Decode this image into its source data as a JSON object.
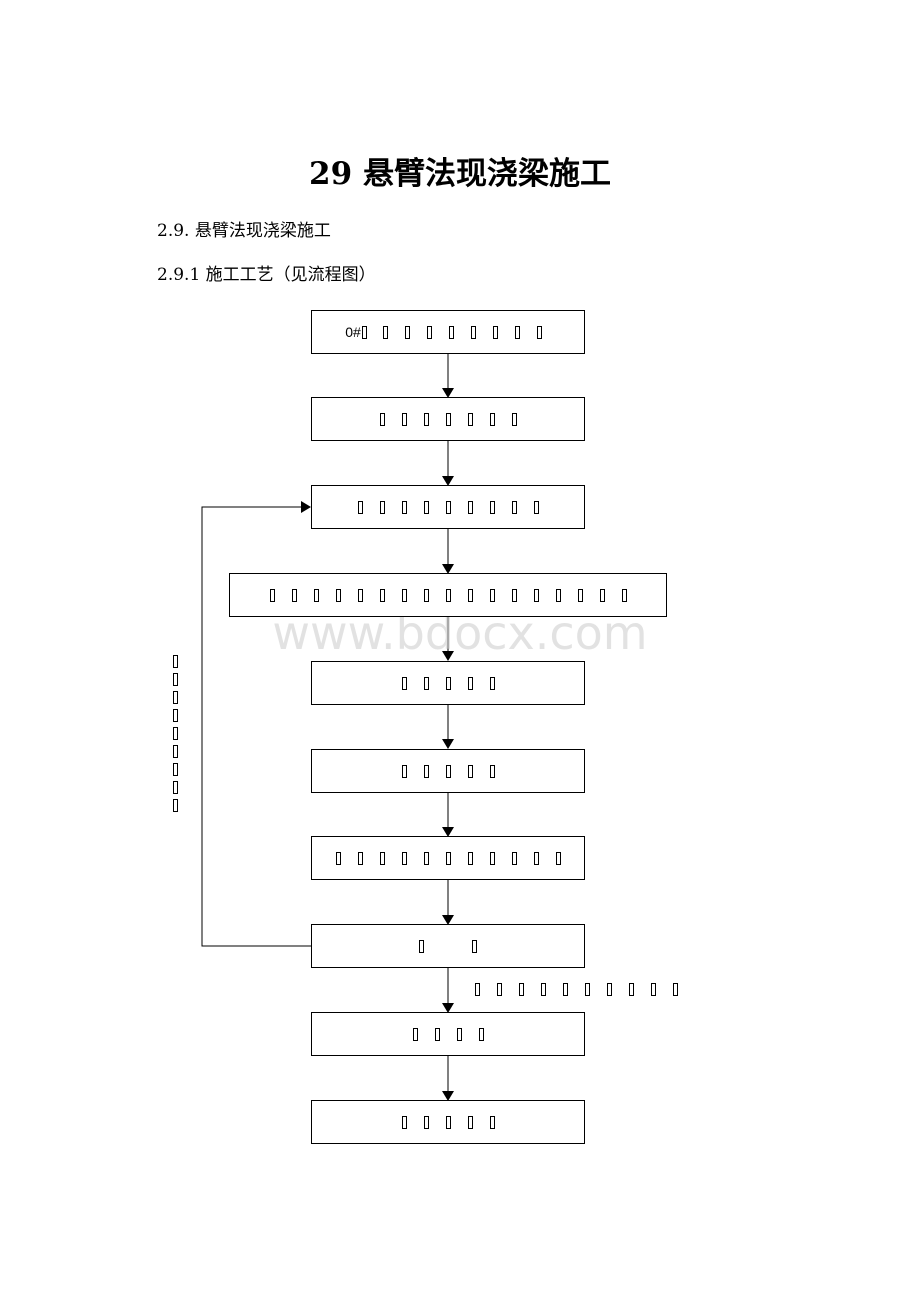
{
  "document": {
    "title": "29 悬臂法现浇梁施工",
    "heading": "2.9. 悬臂法现浇梁施工",
    "subheading": "2.9.1 施工工艺（见流程图）"
  },
  "watermark": "www.bdocx.com",
  "flowchart": {
    "first_box_prefix": "0#",
    "boxes": [
      {
        "id": "step-1",
        "glyph_count": 9,
        "has_prefix": true
      },
      {
        "id": "step-2",
        "glyph_count": 7
      },
      {
        "id": "step-3",
        "glyph_count": 9
      },
      {
        "id": "step-4",
        "glyph_count": 17
      },
      {
        "id": "step-5",
        "glyph_count": 5
      },
      {
        "id": "step-6",
        "glyph_count": 5
      },
      {
        "id": "step-7",
        "glyph_count": 11
      },
      {
        "id": "step-8",
        "glyph_count": 2
      },
      {
        "id": "step-9",
        "glyph_count": 4
      },
      {
        "id": "step-10",
        "glyph_count": 5
      }
    ],
    "loop_label_glyph_count": 9,
    "side_note_glyph_count": 10
  }
}
